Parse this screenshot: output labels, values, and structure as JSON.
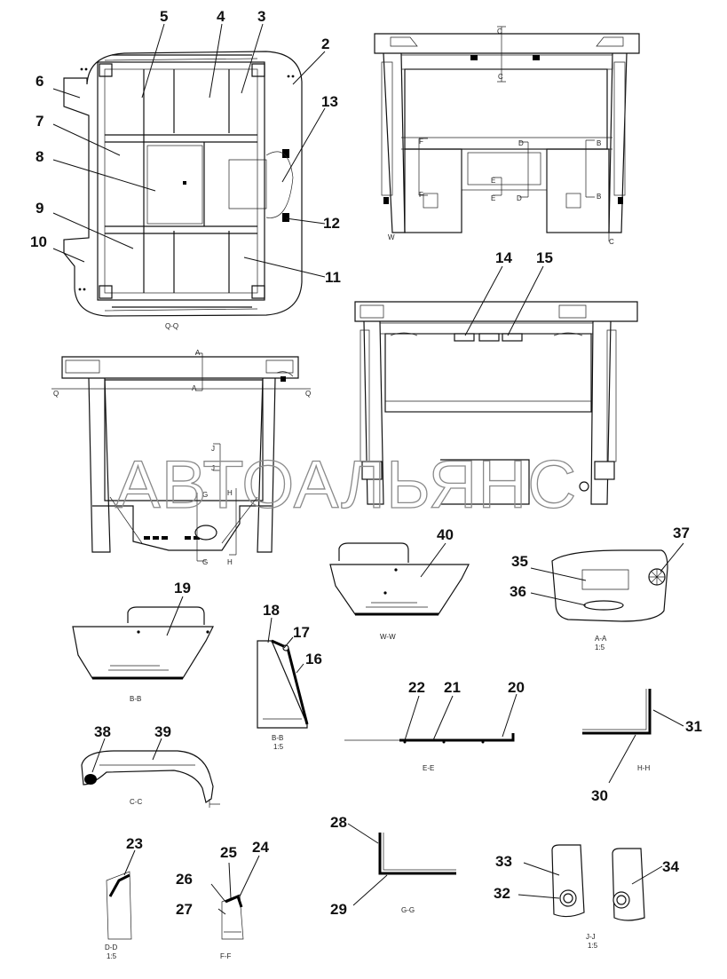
{
  "callouts": {
    "c1": "2",
    "c2": "3",
    "c3": "4",
    "c4": "5",
    "c5": "6",
    "c6": "7",
    "c7": "8",
    "c8": "9",
    "c9": "10",
    "c10": "11",
    "c11": "12",
    "c12": "13",
    "c13": "14",
    "c14": "15",
    "c15": "16",
    "c16": "17",
    "c17": "18",
    "c18": "19",
    "c19": "20",
    "c20": "21",
    "c21": "22",
    "c22": "23",
    "c23": "24",
    "c24": "25",
    "c25": "26",
    "c26": "27",
    "c27": "28",
    "c28": "29",
    "c29": "30",
    "c30": "31",
    "c31": "32",
    "c32": "33",
    "c33": "34",
    "c34": "35",
    "c35": "36",
    "c36": "37",
    "c37": "38",
    "c38": "39",
    "c39": "40"
  },
  "views": {
    "qq": "Q-Q",
    "ww": "W-W",
    "bb": "B-B",
    "bb_side": "B-B",
    "bb_scale": "1:5",
    "aa": "A-A",
    "aa_scale": "1:5",
    "ee": "E-E",
    "hh": "H-H",
    "cc": "C-C",
    "dd": "D-D",
    "dd_scale": "1:5",
    "ff": "F-F",
    "gg": "G-G",
    "jj": "J-J",
    "jj_scale": "1:5"
  },
  "sections": {
    "a": "A",
    "b": "B",
    "c": "C",
    "d": "D",
    "e": "E",
    "f": "F",
    "g": "G",
    "h": "H",
    "j": "J",
    "q": "Q",
    "w": "W"
  },
  "watermark": "АВТОАЛЬЯНС"
}
